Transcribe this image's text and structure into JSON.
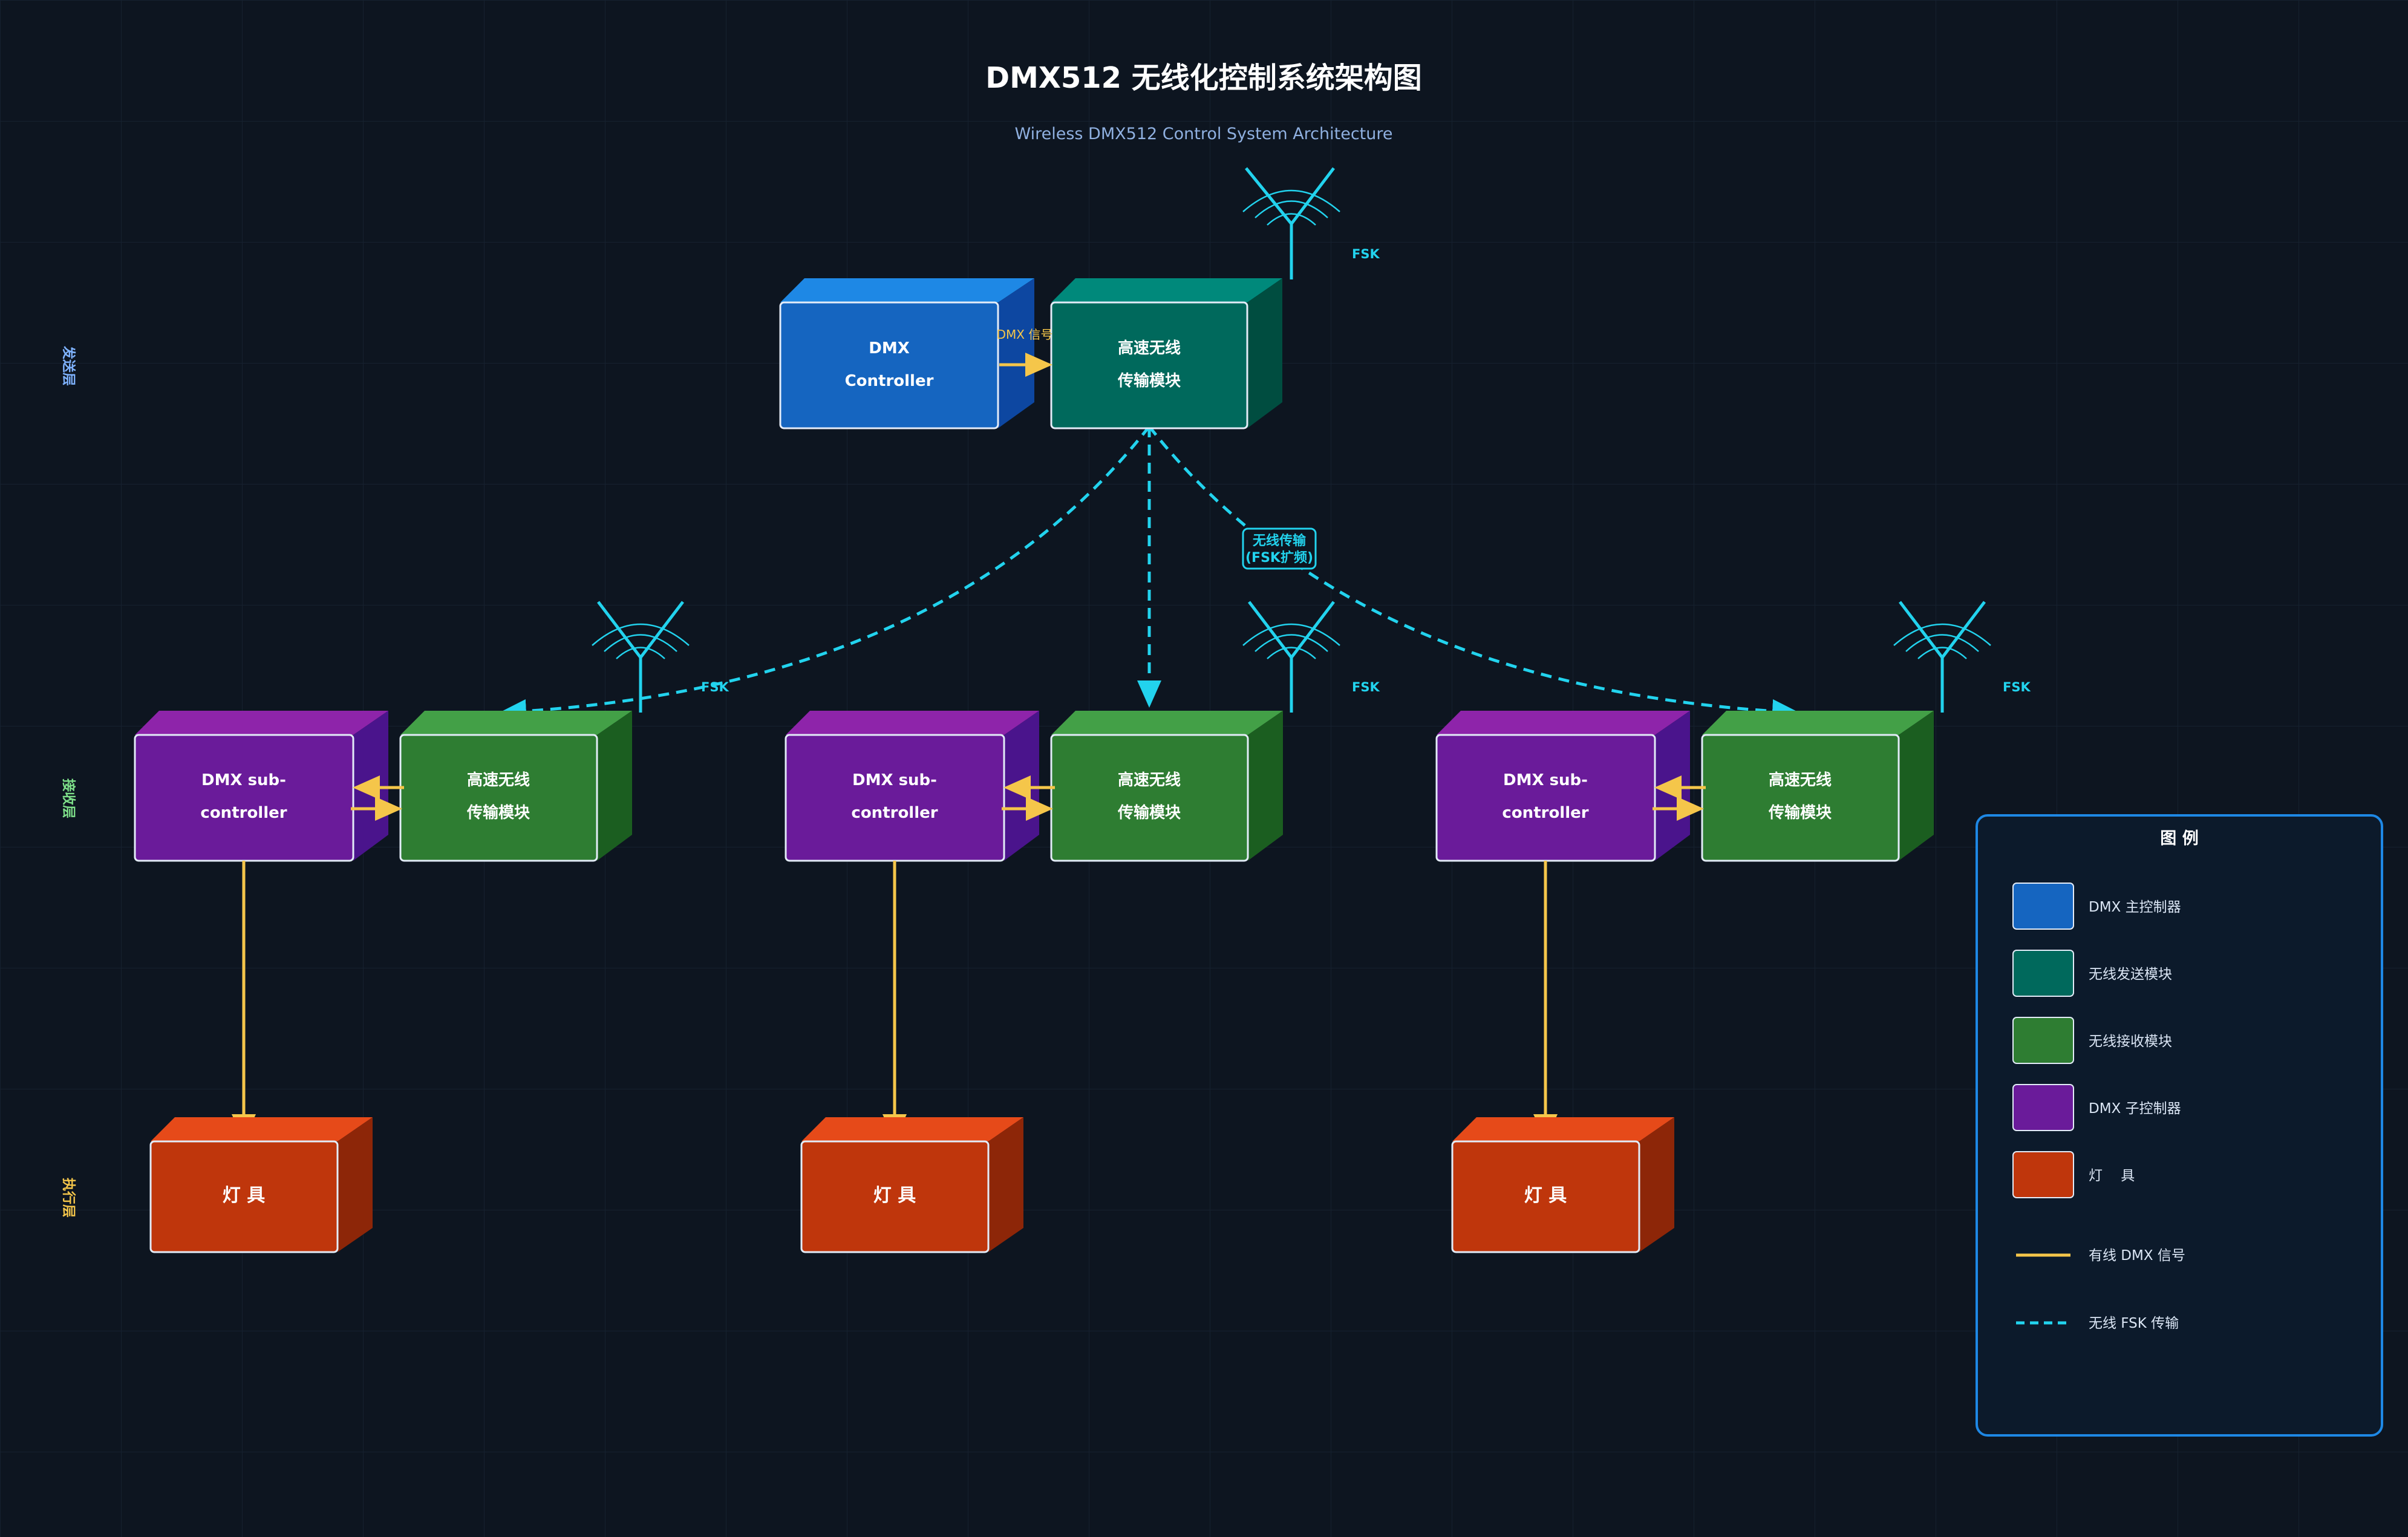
{
  "title": "DMX512 无线化控制系统架构图",
  "subtitle": "Wireless DMX512 Control System Architecture",
  "layers": {
    "send": "发送层",
    "receive": "接收层",
    "execute": "执行层"
  },
  "transmitter": {
    "controller": {
      "line1": "DMX",
      "line2": "Controller"
    },
    "module": {
      "line1": "高速无线",
      "line2": "传输模块"
    },
    "link_label": "DMX 信号",
    "antenna_label": "FSK"
  },
  "wireless_link": {
    "line1": "无线传输",
    "line2": "(FSK扩频)"
  },
  "receivers": [
    {
      "controller": {
        "line1": "DMX sub-",
        "line2": "controller"
      },
      "module": {
        "line1": "高速无线",
        "line2": "传输模块"
      },
      "antenna_label": "FSK",
      "lamp": "灯 具"
    },
    {
      "controller": {
        "line1": "DMX sub-",
        "line2": "controller"
      },
      "module": {
        "line1": "高速无线",
        "line2": "传输模块"
      },
      "antenna_label": "FSK",
      "lamp": "灯 具"
    },
    {
      "controller": {
        "line1": "DMX sub-",
        "line2": "controller"
      },
      "module": {
        "line1": "高速无线",
        "line2": "传输模块"
      },
      "antenna_label": "FSK",
      "lamp": "灯 具"
    }
  ],
  "legend": {
    "title": "图 例",
    "items": [
      {
        "label": "DMX 主控制器",
        "color": "#1565c0"
      },
      {
        "label": "无线发送模块",
        "color": "#00695c"
      },
      {
        "label": "无线接收模块",
        "color": "#2e7d32"
      },
      {
        "label": "DMX 子控制器",
        "color": "#6a1b9a"
      },
      {
        "label": "灯　 具",
        "color": "#bf360c"
      }
    ],
    "lines": [
      {
        "label": "有线 DMX 信号",
        "style": "solid",
        "color": "#f5c64a"
      },
      {
        "label": "无线 FSK 传输",
        "style": "dashed",
        "color": "#22d3ee"
      }
    ]
  },
  "colors": {
    "background": "#0d1520",
    "wired": "#f5c64a",
    "wireless": "#22d3ee",
    "layer_send": "#7fb3ff",
    "layer_receive": "#7ee08a",
    "layer_execute": "#f5c64a"
  }
}
